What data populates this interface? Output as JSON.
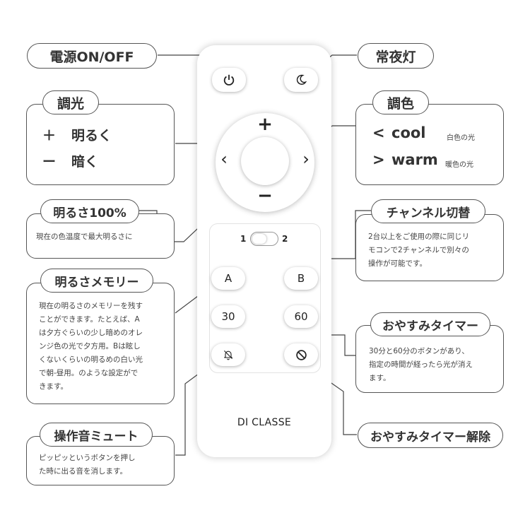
{
  "remote": {
    "brand": "DI CLASSE",
    "plus": "+",
    "minus": "−",
    "left_arrow": "‹",
    "right_arrow": "›",
    "channel_1": "1",
    "channel_2": "2",
    "btn_a": "A",
    "btn_b": "B",
    "btn_30": "30",
    "btn_60": "60",
    "icons": [
      "power-icon",
      "moon-icon",
      "bell-off-icon",
      "cancel-icon"
    ]
  },
  "callouts": {
    "power": {
      "title": "電源ON/OFF"
    },
    "nightlight": {
      "title": "常夜灯"
    },
    "dimming": {
      "title": "調光",
      "plus_sym": "＋",
      "plus_text": "明るく",
      "minus_sym": "ー",
      "minus_text": "暗く"
    },
    "color": {
      "title": "調色",
      "cool_sym": "<",
      "cool_text": "cool",
      "cool_note": "白色の光",
      "warm_sym": ">",
      "warm_text": "warm",
      "warm_note": "暖色の光"
    },
    "max_bright": {
      "title": "明るさ100%",
      "desc": "現在の色温度で最大明るさに"
    },
    "channel": {
      "title": "チャンネル切替",
      "desc_lines": [
        "2台以上をご使用の際に同じリ",
        "モコンで2チャンネルで別々の",
        "操作が可能です。"
      ]
    },
    "memory": {
      "title": "明るさメモリー",
      "desc_lines": [
        "現在の明るさのメモリーを残す",
        "ことができます。たとえば、A",
        "は夕方ぐらいの少し暗めのオレ",
        "ンジ色の光で夕方用。Bは眩し",
        "くないくらいの明るめの白い光",
        "で朝-昼用。のような設定がで",
        "きます。"
      ]
    },
    "sleep_timer": {
      "title": "おやすみタイマー",
      "desc_lines": [
        "30分と60分のボタンがあり、",
        "指定の時間が経ったら光が消え",
        "ます。"
      ]
    },
    "mute": {
      "title": "操作音ミュート",
      "desc_lines": [
        "ピッピッというボタンを押し",
        "た時に出る音を消します。"
      ]
    },
    "timer_cancel": {
      "title": "おやすみタイマー解除"
    }
  }
}
